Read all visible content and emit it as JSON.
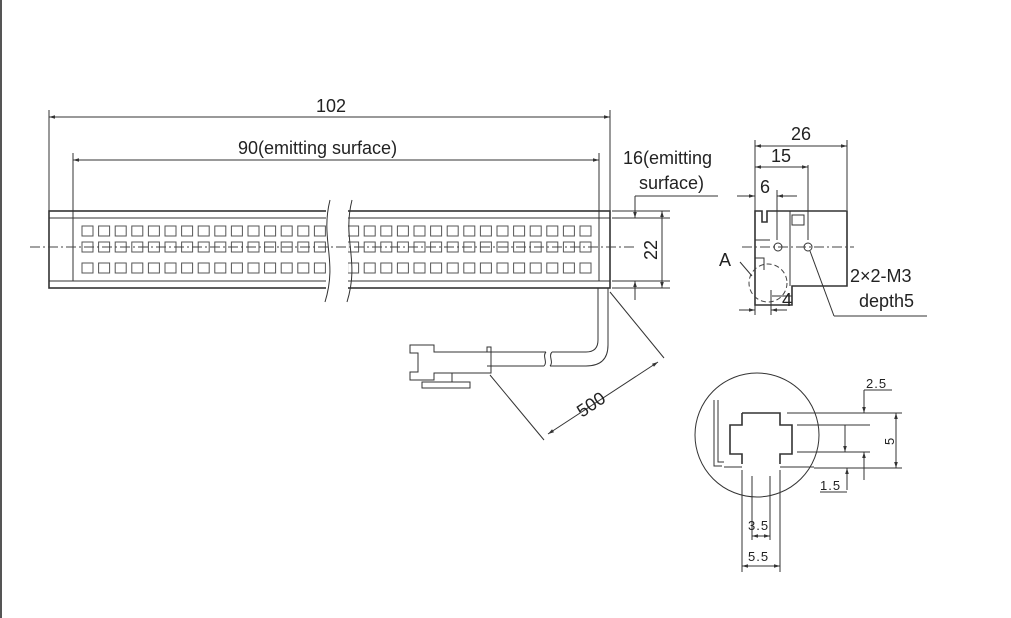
{
  "front_view": {
    "overall_length": "102",
    "emitting_length": "90(emitting surface)",
    "emitting_width_line1": "16(emitting",
    "emitting_width_line2": "surface)",
    "height": "22",
    "cable_length": "500"
  },
  "side_view": {
    "width": "26",
    "offset_15": "15",
    "offset_6": "6",
    "offset_4": "4",
    "detail_label": "A",
    "hole_spec_line1": "2×2-M3",
    "hole_spec_line2": "depth5"
  },
  "detail_a": {
    "dim_top": "2.5",
    "dim_height": "5",
    "dim_bottom": "1.5",
    "dim_inner_width": "3.5",
    "dim_outer_width": "5.5"
  }
}
